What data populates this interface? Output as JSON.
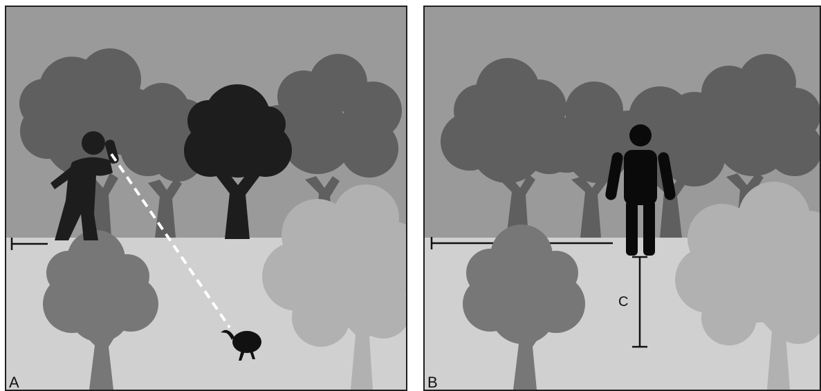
{
  "panels": {
    "a": {
      "label": "A"
    },
    "b": {
      "label": "B",
      "measure_label": "C"
    }
  },
  "colors": {
    "sky": "#9a9a9a",
    "ground": "#d0d0d0",
    "tree_dark": "#5f5f5f",
    "tree_mid": "#777777",
    "tree_black": "#1d1d1d",
    "tree_light": "#b1b1b1",
    "figure": "#1d1d1d",
    "sightline": "#ffffff"
  }
}
